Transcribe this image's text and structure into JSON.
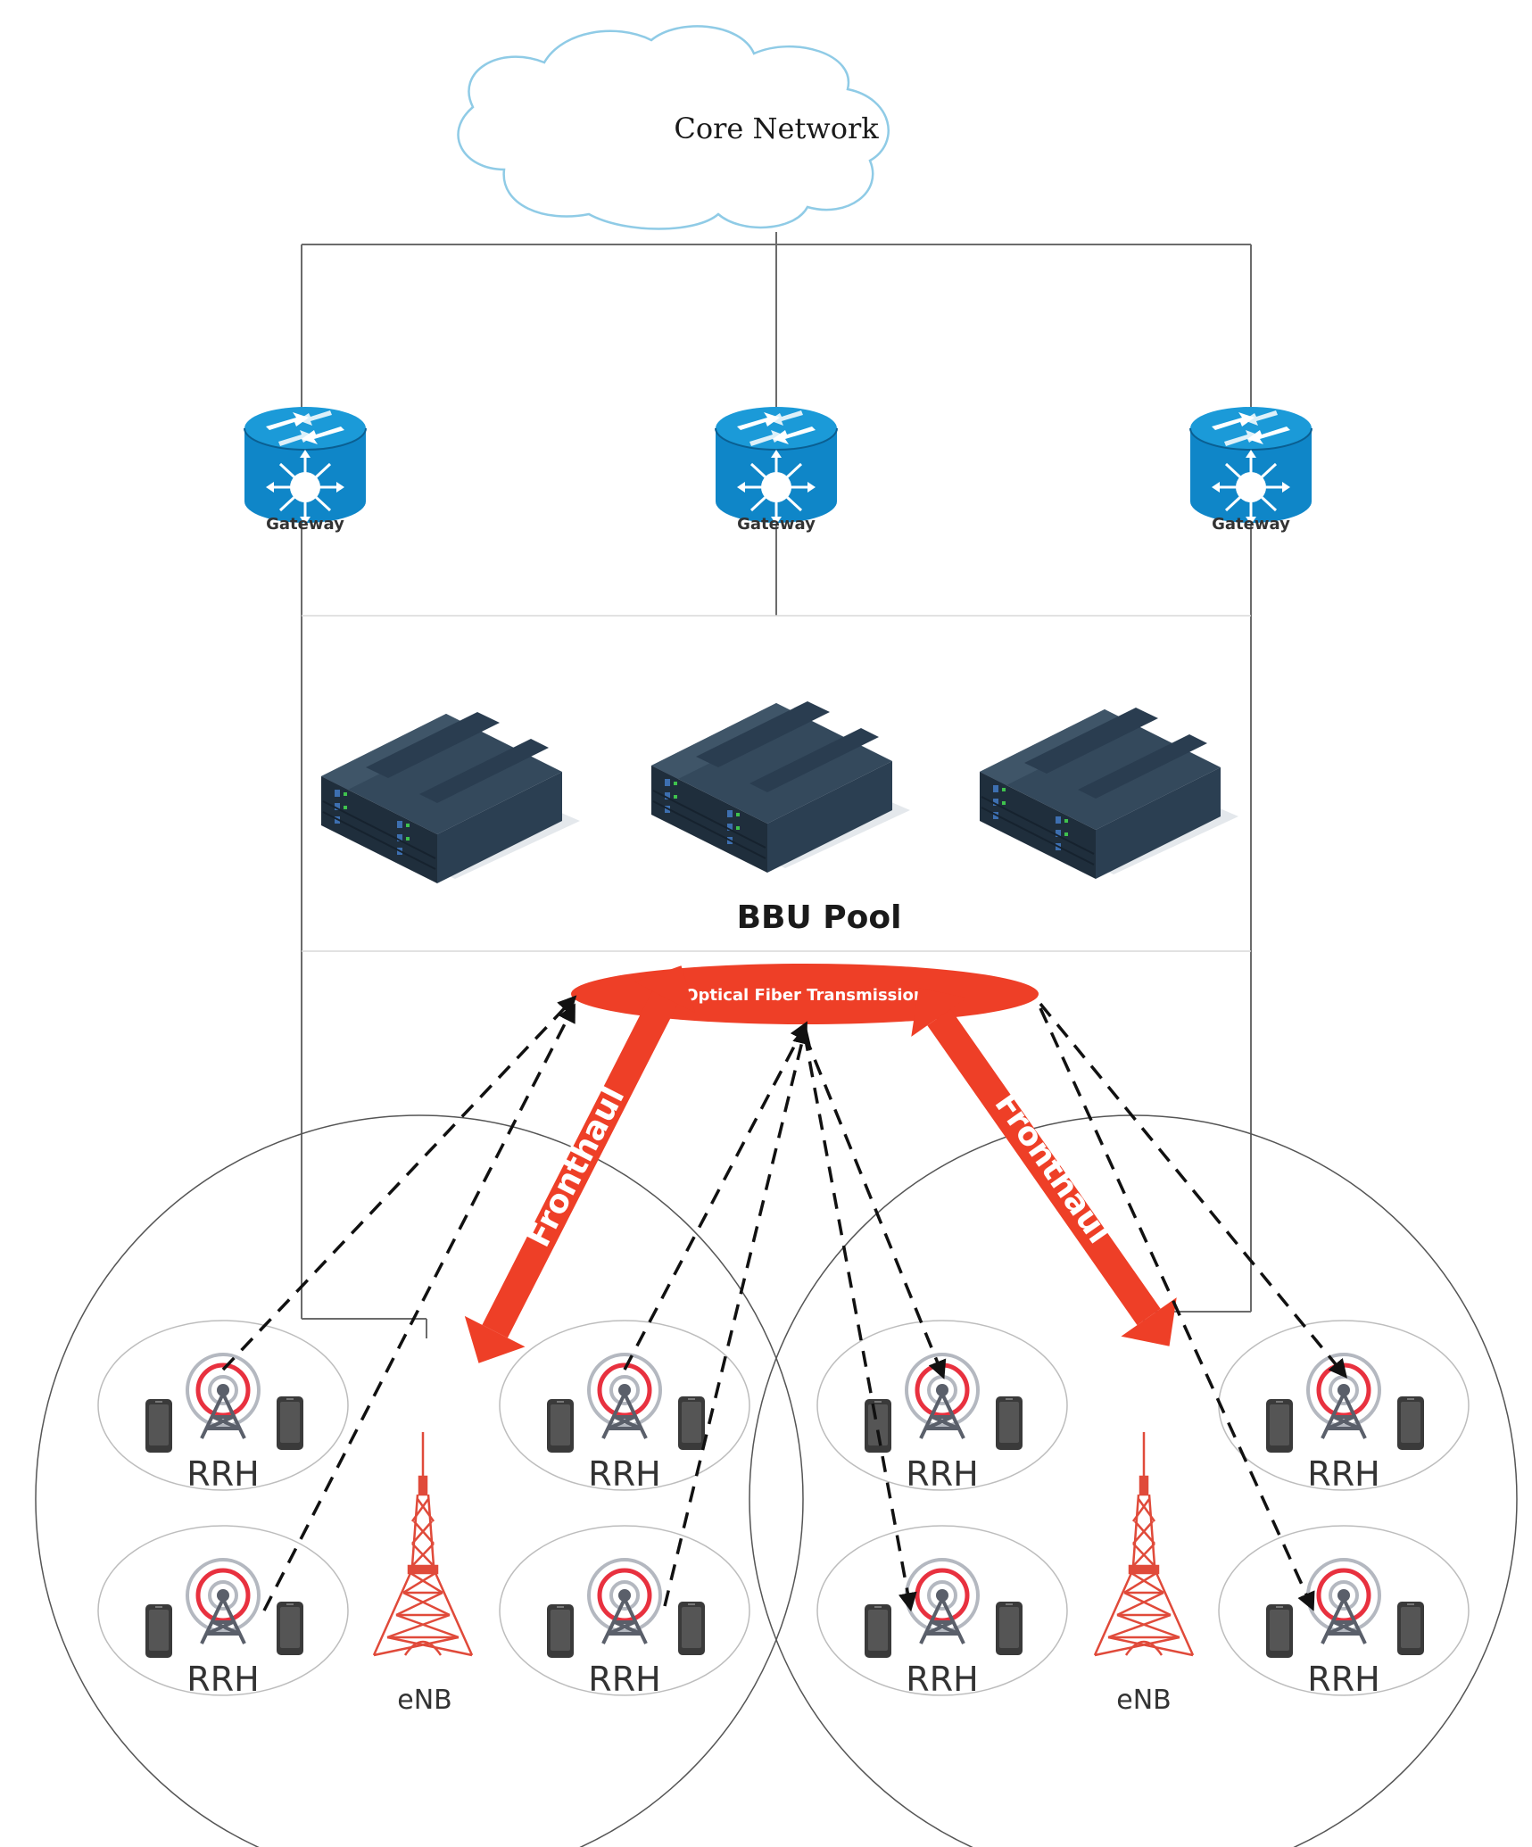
{
  "core": {
    "label": "Core Network"
  },
  "gateways": [
    {
      "label": "Gateway",
      "icon": "router-icon"
    },
    {
      "label": "Gateway",
      "icon": "router-icon"
    },
    {
      "label": "Gateway",
      "icon": "router-icon"
    }
  ],
  "bbu": {
    "label": "BBU Pool",
    "servers": [
      "server-icon",
      "server-icon",
      "server-icon"
    ]
  },
  "optical": {
    "label": "Optical Fiber Transmission"
  },
  "fronthaul": {
    "left": "Fronthaul",
    "right": "Fronthaul"
  },
  "cells": [
    {
      "enb": "eNB",
      "rrh": [
        "RRH",
        "RRH",
        "RRH",
        "RRH"
      ]
    },
    {
      "enb": "eNB",
      "rrh": [
        "RRH",
        "RRH",
        "RRH",
        "RRH"
      ]
    }
  ],
  "colors": {
    "gateway": "#0f86c8",
    "gateway_dark": "#0a5f92",
    "optical": "#ee3f27",
    "tower": "#e04a3a",
    "server": "#2f4254",
    "cloud_stroke": "#8fcbe6"
  }
}
